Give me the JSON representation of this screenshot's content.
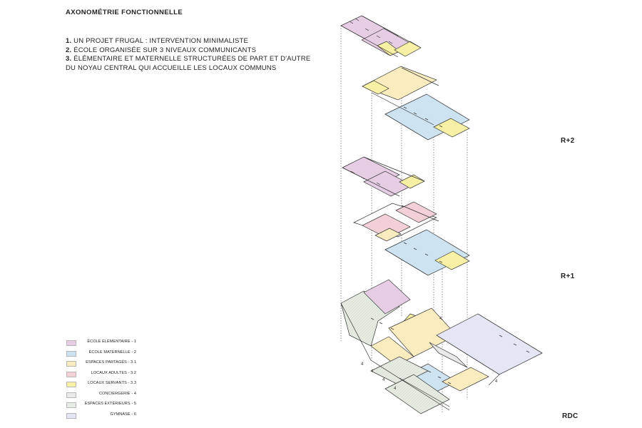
{
  "title": "AXONOMÉTRIE FONCTIONNELLE",
  "notes": [
    {
      "num": "1.",
      "text": " UN PROJET FRUGAL : INTERVENTION MINIMALISTE"
    },
    {
      "num": "2.",
      "text": " ÉCOLE ORGANISÉE SUR 3 NIVEAUX COMMUNICANTS"
    },
    {
      "num": "3.",
      "text": " ÉLÉMENTAIRE ET MATERNELLE STRUCTURÉES DE PART ET D'AUTRE"
    },
    {
      "num": "",
      "text": "DU NOYAU CENTRAL QUI ACCUEILLE LES LOCAUX COMMUNS"
    }
  ],
  "levels": {
    "r2": "R+2",
    "r1": "R+1",
    "rdc": "RDC"
  },
  "legend": [
    {
      "label": "ÉCOLE ÉLÉMENTAIRE - 1",
      "color": "#e6cde3"
    },
    {
      "label": "ÉCOLE MATERNELLE - 2",
      "color": "#cde3f2"
    },
    {
      "label": "ESPACES PARTAGÉS - 3.1",
      "color": "#faecbe"
    },
    {
      "label": "LOCAUX ADULTES - 3.2",
      "color": "#f3cfd6"
    },
    {
      "label": "LOCAUX SERVANTS - 3.3",
      "color": "#f8f0a4"
    },
    {
      "label": "CONCIERGERIE - 4",
      "color": "#e9e9e9"
    },
    {
      "label": "ESPACES EXTÉRIEURS - 5",
      "color": "#e6ece2"
    },
    {
      "label": "GYMNASE - 6",
      "color": "#e5e6f5"
    }
  ],
  "colors": {
    "elementaire": "#e6cde3",
    "maternelle": "#cde3f2",
    "partages": "#faecbe",
    "adultes": "#f3cfd6",
    "servants": "#f8f0a4",
    "conciergerie": "#e9e9e9",
    "exterieurs": "#e6ece2",
    "gymnase": "#e5e6f5"
  }
}
